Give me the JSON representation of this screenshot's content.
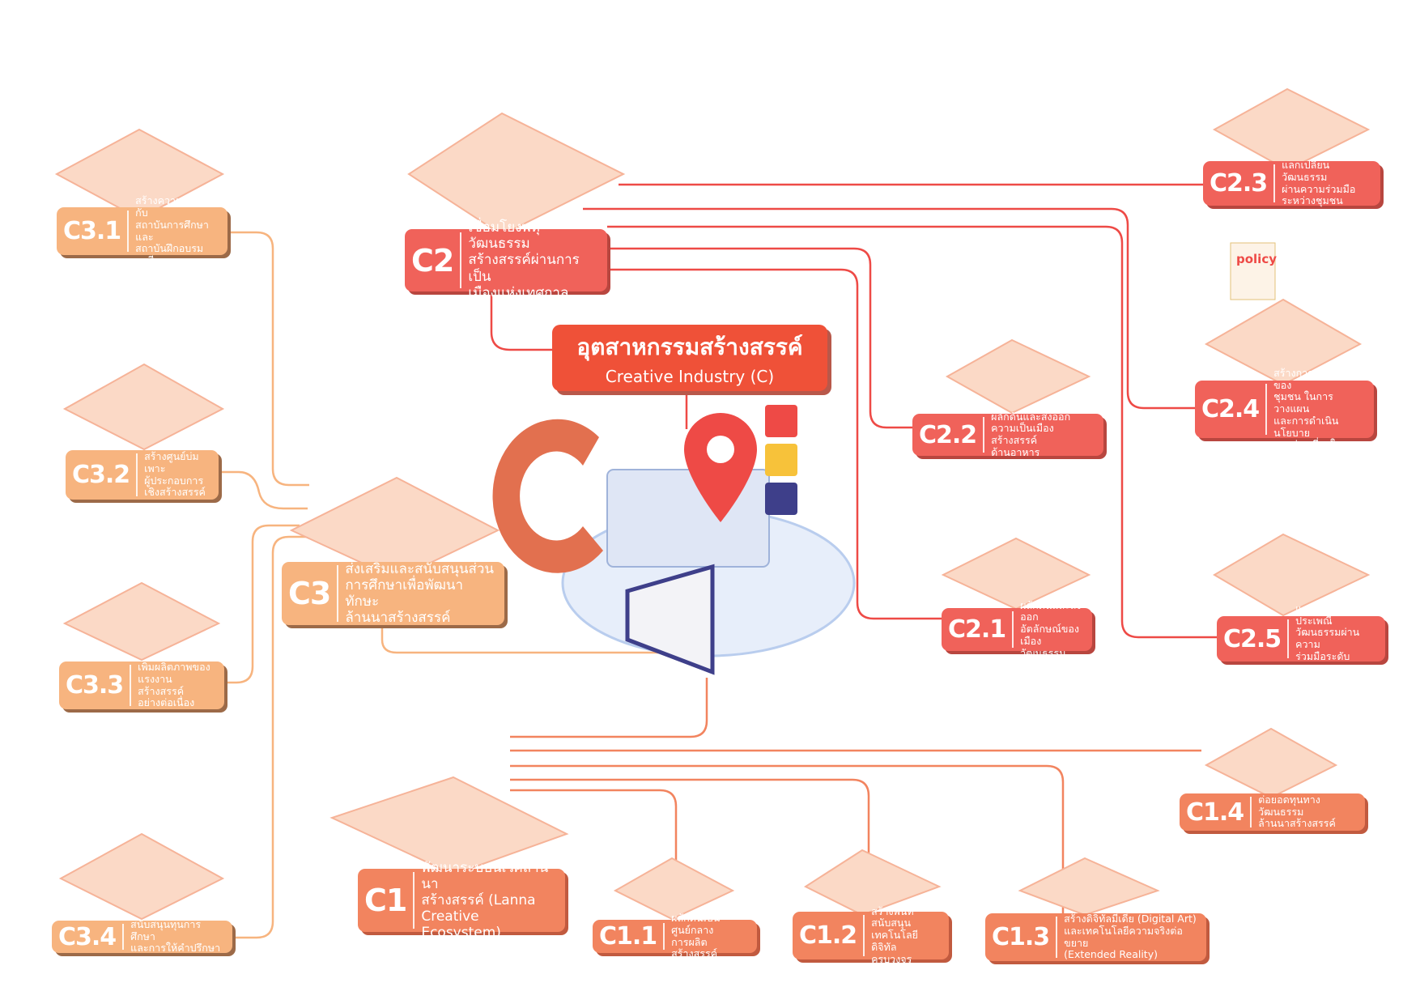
{
  "title": {
    "main": "อุตสาหกรรมสร้างสรรค์",
    "sub": "Creative Industry (C)"
  },
  "colors": {
    "c2": "#f0625a",
    "c3": "#f7b47f",
    "c1": "#f2845f",
    "center": "#ef5138"
  },
  "nodes": {
    "c2": {
      "code": "C2",
      "lines": [
        "เชื่อมโยงพหุวัฒนธรรม",
        "สร้างสรรค์ผ่านการเป็น",
        "เมืองแห่งเทศกาล"
      ]
    },
    "c21": {
      "code": "C2.1",
      "lines": [
        "ผลักดันและส่งออก",
        "อัตลักษณ์ของเมือง",
        "วัฒนธรรม"
      ]
    },
    "c22": {
      "code": "C2.2",
      "lines": [
        "ผลักดันและส่งออก",
        "ความเป็นเมืองสร้างสรรค์",
        "ด้านอาหาร"
      ]
    },
    "c23": {
      "code": "C2.3",
      "lines": [
        "แลกเปลี่ยนวัฒนธรรม",
        "ผ่านความร่วมมือ",
        "ระหว่างชุมชน"
      ]
    },
    "c24": {
      "code": "C2.4",
      "lines": [
        "สร้างการมีส่วนร่วมของ",
        "ชุมชน ในการวางแผน",
        "และการดำเนินนโยบาย",
        "การท่องเที่ยวในชุชน"
      ]
    },
    "c25": {
      "code": "C2.5",
      "lines": [
        "แลกเปลี่ยนประเพณี",
        "วัฒนธรรมผ่านความ",
        "ร่วมมือระดับประเทศ"
      ]
    },
    "c3": {
      "code": "C3",
      "lines": [
        "ส่งเสริมและสนับสนุนส่วน",
        "การศึกษาเพื่อพัฒนาทักษะ",
        "ล้านนาสร้างสรรค์"
      ]
    },
    "c31": {
      "code": "C3.1",
      "lines": [
        "สร้างความร่วมมือกับ",
        "สถาบันการศึกษา และ",
        "สถาบันฝึกอบรมอาชีพ"
      ]
    },
    "c32": {
      "code": "C3.2",
      "lines": [
        "สร้างศูนย์บ่มเพาะ",
        "ผู้ประกอบการ",
        "เชิงสร้างสรรค์"
      ]
    },
    "c33": {
      "code": "C3.3",
      "lines": [
        "เพิ่มผลิตภาพของ",
        "แรงงานสร้างสรรค์",
        "อย่างต่อเนื่อง"
      ]
    },
    "c34": {
      "code": "C3.4",
      "lines": [
        "สนับสนุนทุนการศึกษา",
        "และการให้คำปรึกษา"
      ]
    },
    "c1": {
      "code": "C1",
      "lines": [
        "พัฒนาระบบนิเวศล้านนา",
        "สร้างสรรค์ (Lanna",
        "Creative Ecosystem)"
      ]
    },
    "c11": {
      "code": "C1.1",
      "lines": [
        "ผลักดันเป็นศูนย์กลาง",
        "การผลิตสร้างสรรค์"
      ]
    },
    "c12": {
      "code": "C1.2",
      "lines": [
        "สร้างพื้นที่สนับสนุน",
        "เทคโนโลยีดิจิทัล",
        "ครบวงจร"
      ]
    },
    "c13": {
      "code": "C1.3",
      "lines": [
        "สร้างดิจิทัลมีเดีย (Digital Art)",
        "และเทคโนโลยีความจริงต่อขยาย",
        "(Extended Reality)"
      ]
    },
    "c14": {
      "code": "C1.4",
      "lines": [
        "ต่อยอดทุนทางวัฒนธรรม",
        "ล้านนาสร้างสรรค์"
      ]
    }
  },
  "illustration_labels": {
    "policy": "policy"
  }
}
